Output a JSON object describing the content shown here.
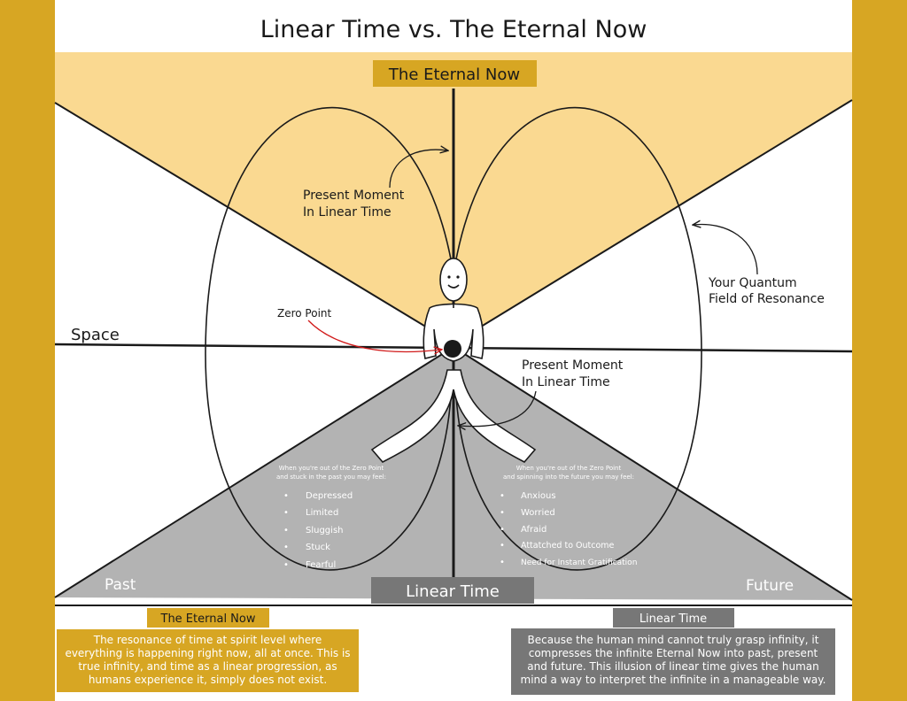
{
  "title": "Linear Time vs. The Eternal Now",
  "colors": {
    "gold_border": "#d7a623",
    "gold_light": "#fad991",
    "gray_triangle": "#b3b3b3",
    "gray_label": "#777777",
    "ink": "#1a1a1a",
    "arrow_red": "#d11a1a"
  },
  "labels": {
    "eternal_now_banner": "The Eternal Now",
    "linear_time_banner": "Linear Time",
    "space": "Space",
    "past": "Past",
    "future": "Future",
    "zero_point": "Zero Point",
    "present_moment_top": [
      "Present Moment",
      "In Linear Time"
    ],
    "present_moment_right": [
      "Present Moment",
      "In Linear Time"
    ],
    "quantum_field": [
      "Your Quantum",
      "Field of Resonance"
    ]
  },
  "past_panel": {
    "intro": [
      "When you're out of the Zero Point",
      "and stuck in the past you may feel:"
    ],
    "items": [
      "Depressed",
      "Limited",
      "Sluggish",
      "Stuck",
      "Fearful"
    ]
  },
  "future_panel": {
    "intro": [
      "When you're out of the Zero Point",
      "and spinning into the future you may feel:"
    ],
    "items": [
      "Anxious",
      "Worried",
      "Afraid",
      "Attatched to Outcome",
      "Need for Instant Gratification"
    ]
  },
  "eternal_now_section": {
    "heading": "The Eternal Now",
    "description": "The resonance of time at spirit level where everything is happening right now, all at once. This is true infinity, and time as a linear progression, as humans experience it, simply does not exist."
  },
  "linear_time_section": {
    "heading": "Linear Time",
    "description": "Because the human mind cannot truly grasp infinity, it compresses the infinite Eternal Now into past, present and future. This illusion of linear time gives the human mind a way to interpret the infinite in a manageable way."
  }
}
